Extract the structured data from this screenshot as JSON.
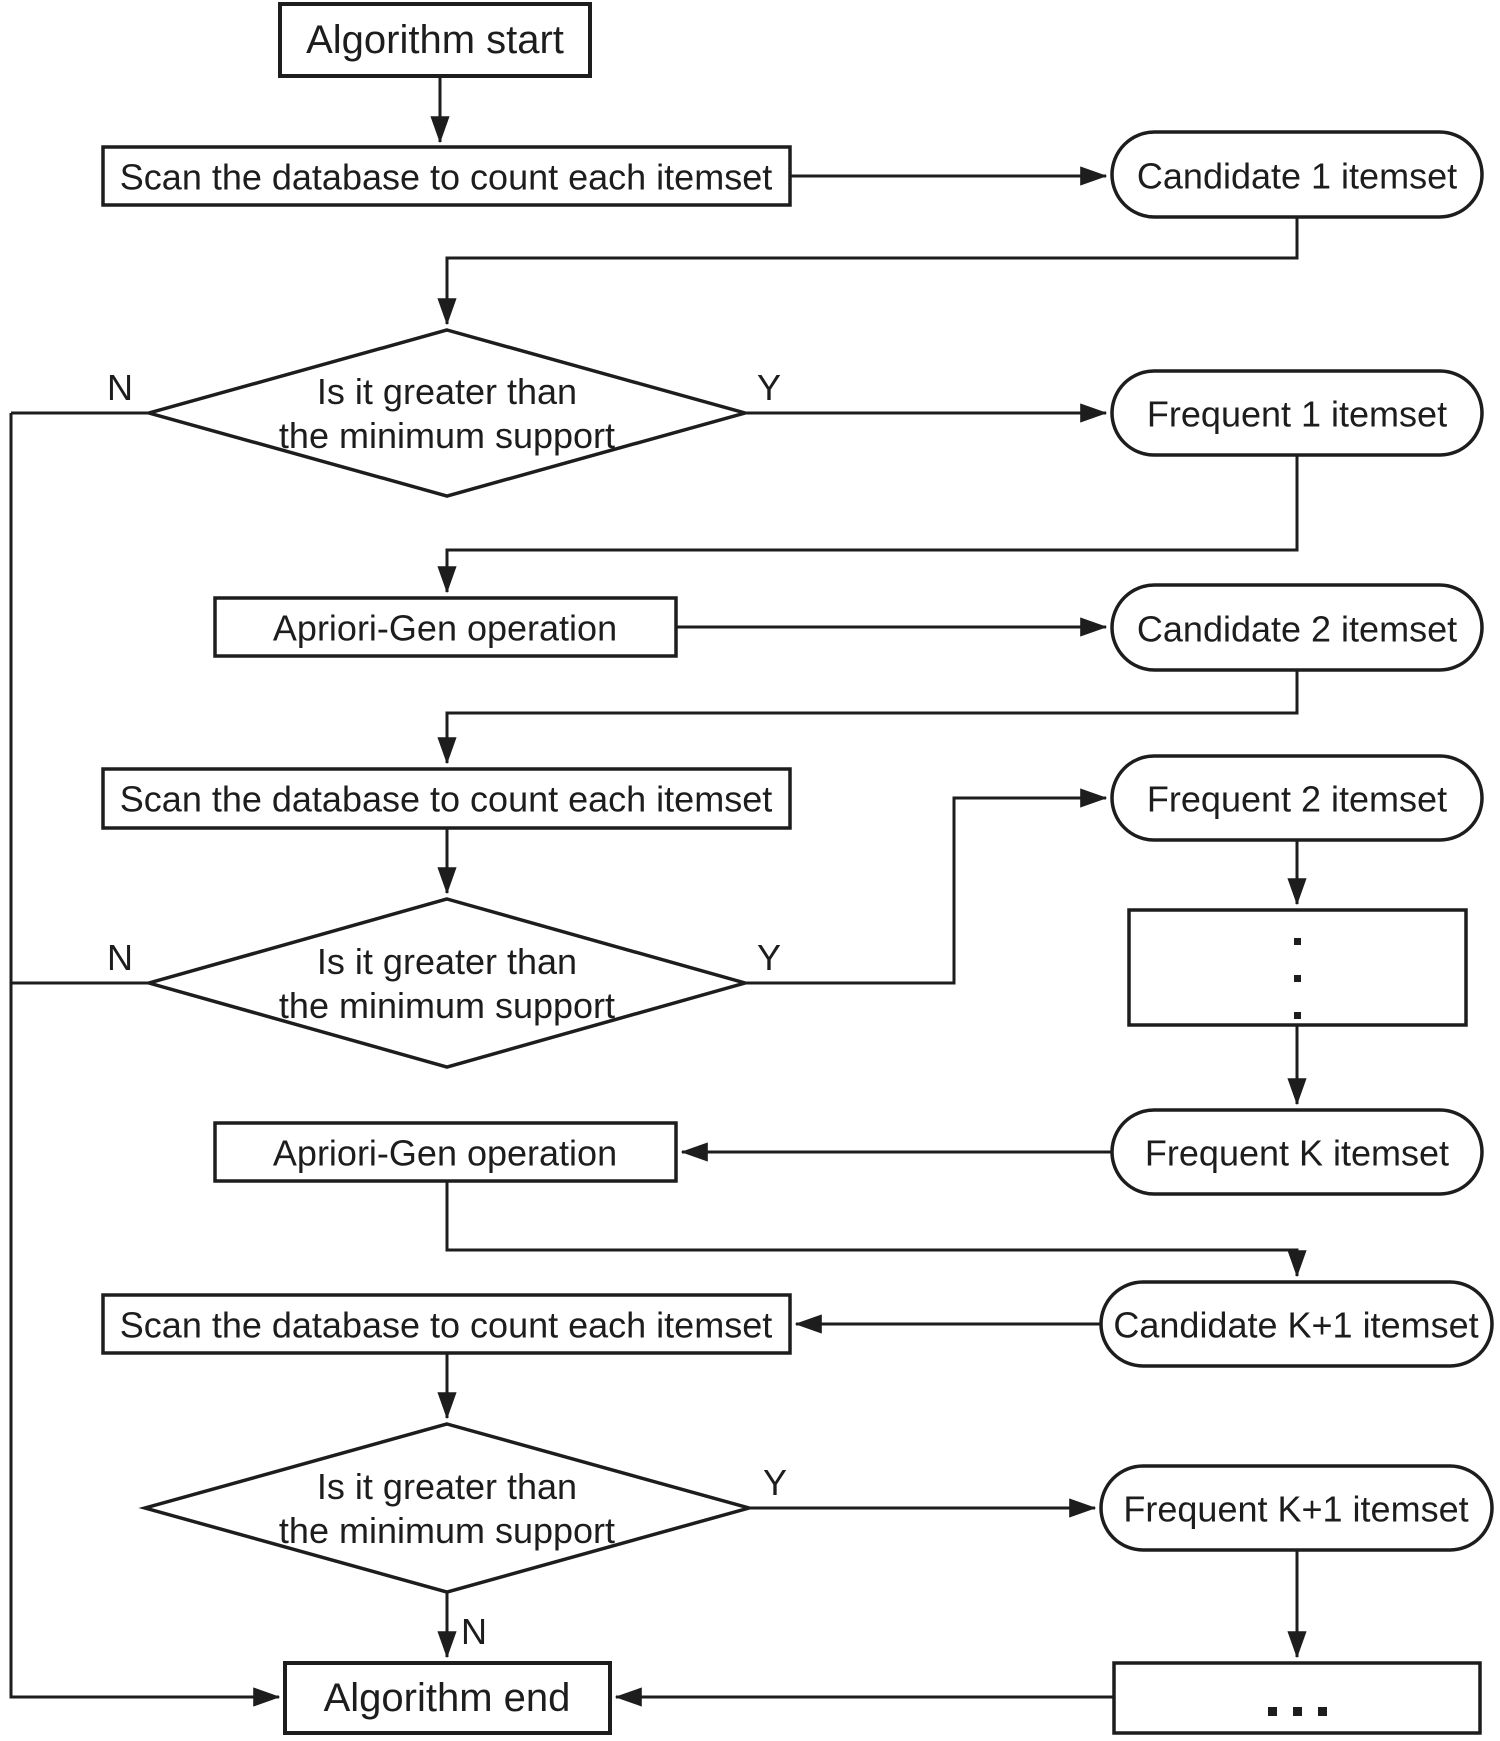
{
  "diagram": {
    "type": "flowchart",
    "subject": "Apriori frequent-itemset mining algorithm",
    "colors": {
      "stroke": "#1d1d1d",
      "background": "#ffffff",
      "text": "#1d1d1d"
    },
    "nodes": {
      "start": "Algorithm start",
      "scan1": "Scan the database to count each itemset",
      "candidate1": "Candidate 1 itemset",
      "decision1_line1": "Is it greater than",
      "decision1_line2": "the minimum support",
      "frequent1": "Frequent 1 itemset",
      "apriori1": "Apriori-Gen operation",
      "candidate2": "Candidate 2 itemset",
      "scan2": "Scan the database to count each itemset",
      "frequent2": "Frequent 2 itemset",
      "decision2_line1": "Is it greater than",
      "decision2_line2": "the minimum support",
      "dots_vertical": "⋮",
      "frequentK": "Frequent K itemset",
      "apriori2": "Apriori-Gen operation",
      "candidateK1": "Candidate K+1 itemset",
      "scan3": "Scan the database to count each itemset",
      "decision3_line1": "Is it greater than",
      "decision3_line2": "the minimum support",
      "frequentK1": "Frequent K+1 itemset",
      "dots_horizontal": "...",
      "end": "Algorithm end"
    },
    "edge_labels": {
      "n1": "N",
      "y1": "Y",
      "n2": "N",
      "y2": "Y",
      "y3": "Y",
      "n3": "N"
    }
  }
}
